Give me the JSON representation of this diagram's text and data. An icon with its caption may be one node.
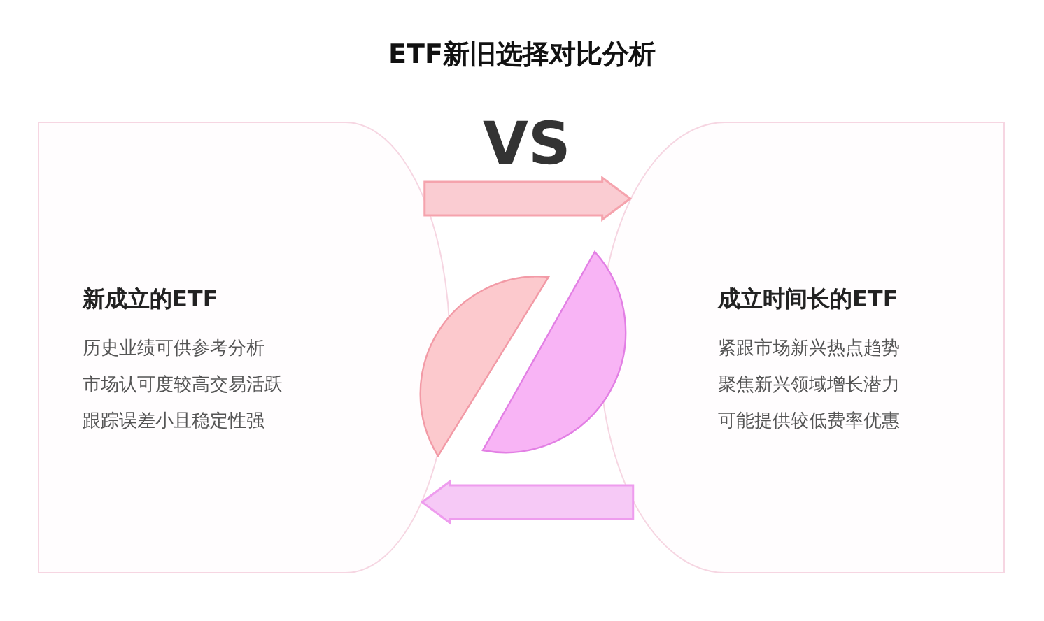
{
  "diagram": {
    "title": "ETF新旧选择对比分析",
    "nodes": [
      {
        "text": [
          "新成立的ETF",
          "历史业绩可供参考分析",
          "市场认可度较高交易活跃",
          "跟踪误差小且稳定性强"
        ]
      },
      {
        "text": [
          "成立时间长的ETF",
          "紧跟市场新兴热点趋势",
          "聚焦新兴领域增长潜力",
          "可能提供较低费率优惠"
        ]
      }
    ],
    "edges": [
      {
        "from": 0,
        "to": 1,
        "arrow": "to",
        "color": "#f5a3ad"
      },
      {
        "from": 1,
        "to": 0,
        "arrow": "to",
        "color": "#ee9cee"
      }
    ],
    "labels": [
      "VS"
    ]
  }
}
